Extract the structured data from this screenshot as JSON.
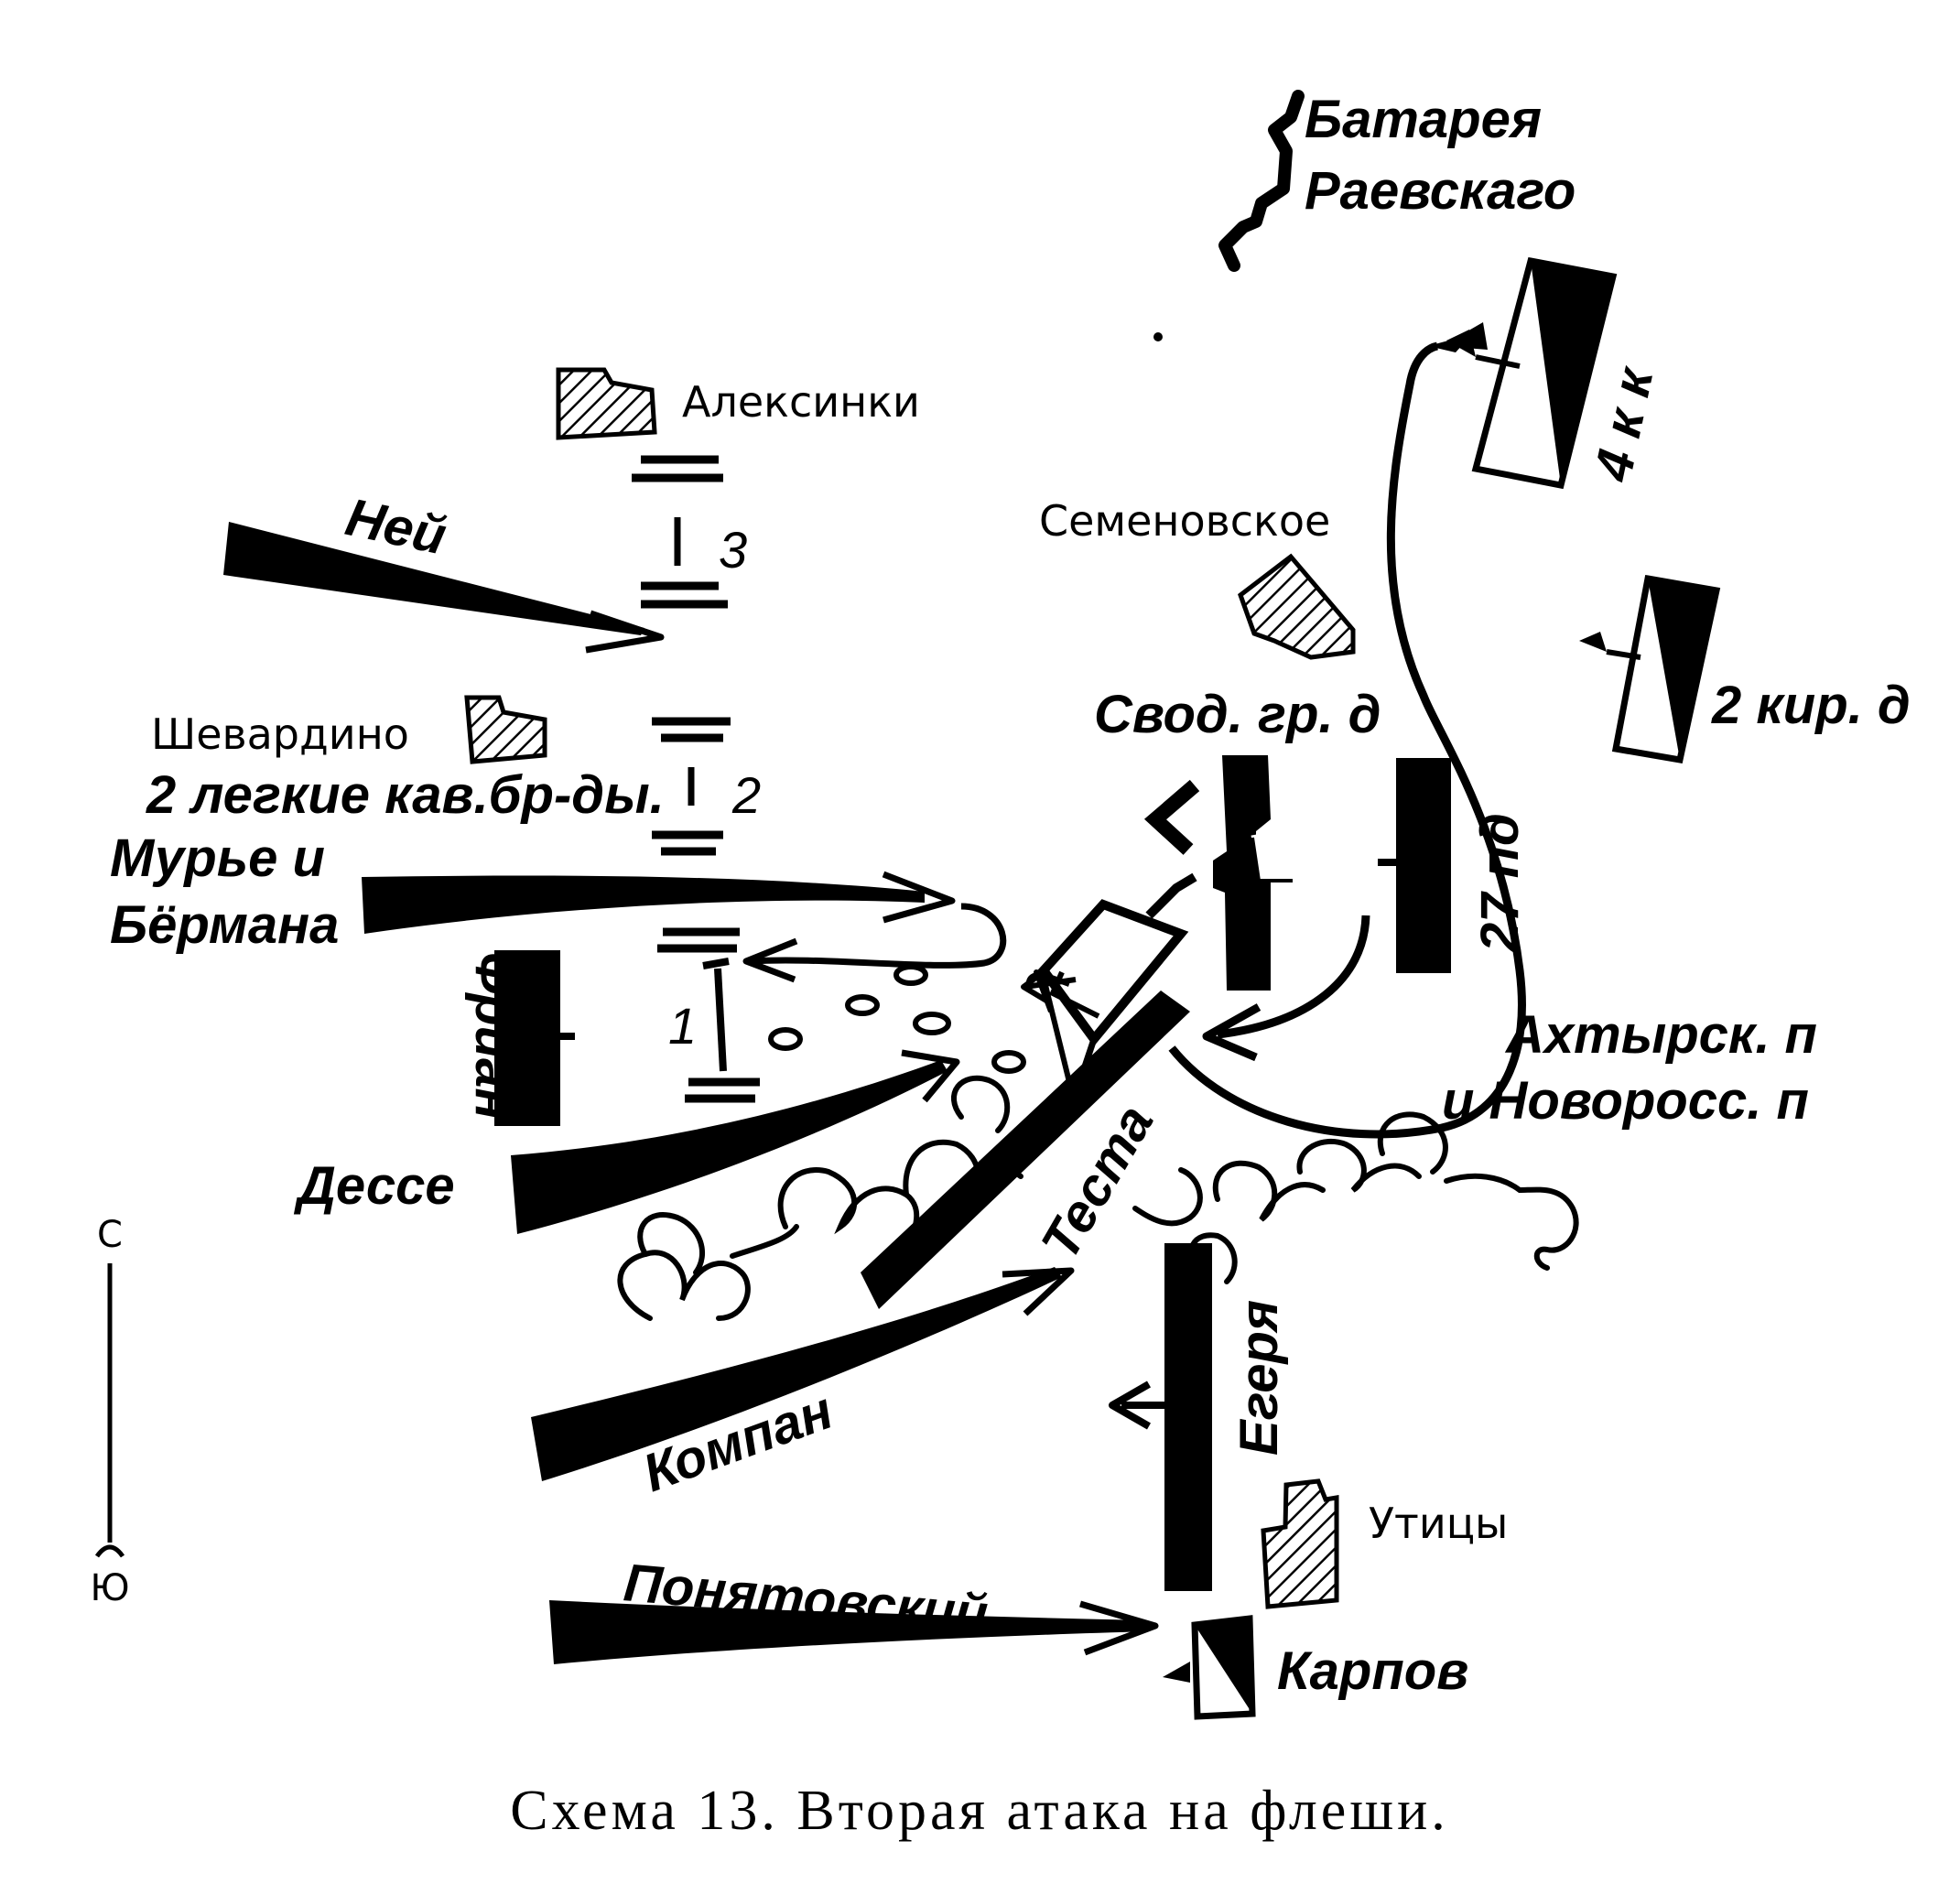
{
  "caption": "Схема 13. Вторая атака на флеши.",
  "compass": {
    "north": "С",
    "south": "Ю"
  },
  "villages": {
    "aleksinki": "Алексинки",
    "semenovskoe": "Семеновское",
    "shevardino": "Шевардино",
    "utitsy": "Утицы"
  },
  "battery": {
    "line1": "Батарея",
    "line2": "Раевскаго"
  },
  "french_corps": {
    "ney": "Ней",
    "murat_line1": "Мурье и",
    "murat_line2": "Бёрмана",
    "dessaix": "Дессе",
    "compans": "Компан",
    "poniatowski": "Понятовский",
    "testa": "Теста",
    "friant": "Фриан"
  },
  "cavalry_brigades": "2 легкие кав.бр-ды.",
  "flesh_numbers": [
    "3",
    "2",
    "1"
  ],
  "russian_units": {
    "svod_gren": "Свод. гр. д",
    "div27": "27 пд",
    "cav4": "4 к к",
    "cuir2": "2 кир. д",
    "akhtyr_line1": "Ахтырск. п",
    "akhtyr_line2": "и Новоросс. п",
    "jaegers": "Егеря",
    "karpov": "Карпов"
  },
  "colors": {
    "ink": "#000000",
    "paper": "#ffffff"
  }
}
